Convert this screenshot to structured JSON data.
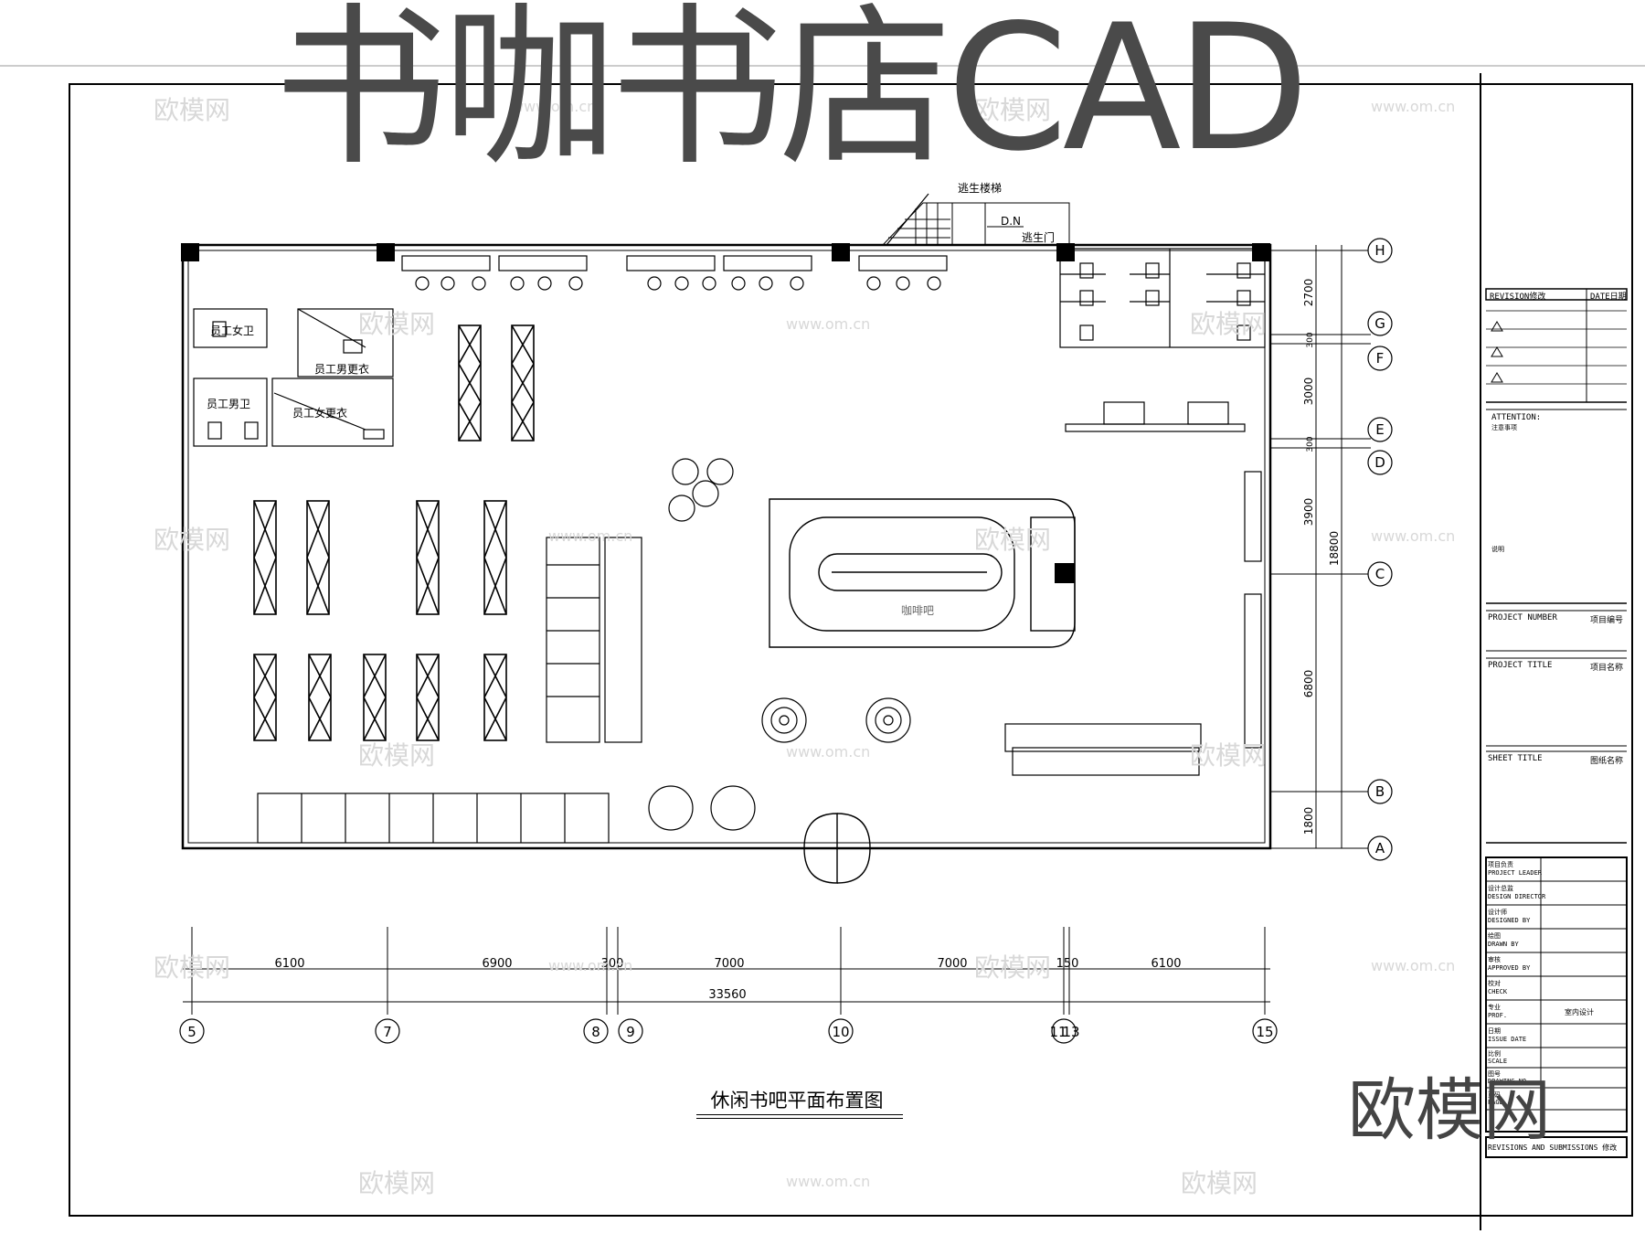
{
  "header": {
    "title": "书咖书店CAD"
  },
  "watermark": {
    "logo_text": "欧模网",
    "url_text": "www.om.cn"
  },
  "plan": {
    "title": "休闲书吧平面布置图",
    "rooms": {
      "staff_female_wc": "员工女卫",
      "staff_male_wc": "员工男卫",
      "staff_male_locker": "员工男更衣",
      "staff_female_locker": "员工女更衣",
      "escape_stair": "逃生楼梯",
      "stair_dn": "D.N",
      "escape_door": "逃生门",
      "cafe_bar": "咖啡吧"
    },
    "grid_rows": [
      "H",
      "G",
      "F",
      "E",
      "D",
      "C",
      "B",
      "A"
    ],
    "grid_cols": [
      "5",
      "7",
      "8",
      "9",
      "10",
      "11",
      "13",
      "15"
    ],
    "dims_horizontal": [
      "6100",
      "6900",
      "300",
      "7000",
      "7000",
      "150",
      "6100"
    ],
    "dim_total_horizontal": "33560",
    "dims_vertical": [
      "2700",
      "300",
      "3000",
      "300",
      "3900",
      "6800",
      "1800"
    ],
    "dim_total_vertical": "18800"
  },
  "title_block": {
    "revision": "REVISION修改",
    "date": "DATE日期",
    "attention": "ATTENTION:",
    "attention_sub": "注意事项",
    "note": "说明",
    "project_number": "PROJECT NUMBER",
    "project_number_cn": "项目编号",
    "project_title": "PROJECT TITLE",
    "project_title_cn": "项目名称",
    "sheet_title": "SHEET TITLE",
    "sheet_title_cn": "图纸名称",
    "rows": [
      {
        "cn": "项目负责",
        "en": "PROJECT LEADER"
      },
      {
        "cn": "设计总监",
        "en": "DESIGN DIRECTOR"
      },
      {
        "cn": "设计师",
        "en": "DESIGNED BY"
      },
      {
        "cn": "绘图",
        "en": "DRAWN BY"
      },
      {
        "cn": "审核",
        "en": "APPROVED BY"
      },
      {
        "cn": "校对",
        "en": "CHECK"
      },
      {
        "cn": "专业",
        "en": "PROF.",
        "value": "室内设计"
      },
      {
        "cn": "日期",
        "en": "ISSUE DATE"
      },
      {
        "cn": "比例",
        "en": "SCALE"
      },
      {
        "cn": "图号",
        "en": "DRAWING NO."
      },
      {
        "cn": "页码",
        "en": "PAGE"
      }
    ],
    "footer": "REVISIONS AND SUBMISSIONS 修改"
  }
}
